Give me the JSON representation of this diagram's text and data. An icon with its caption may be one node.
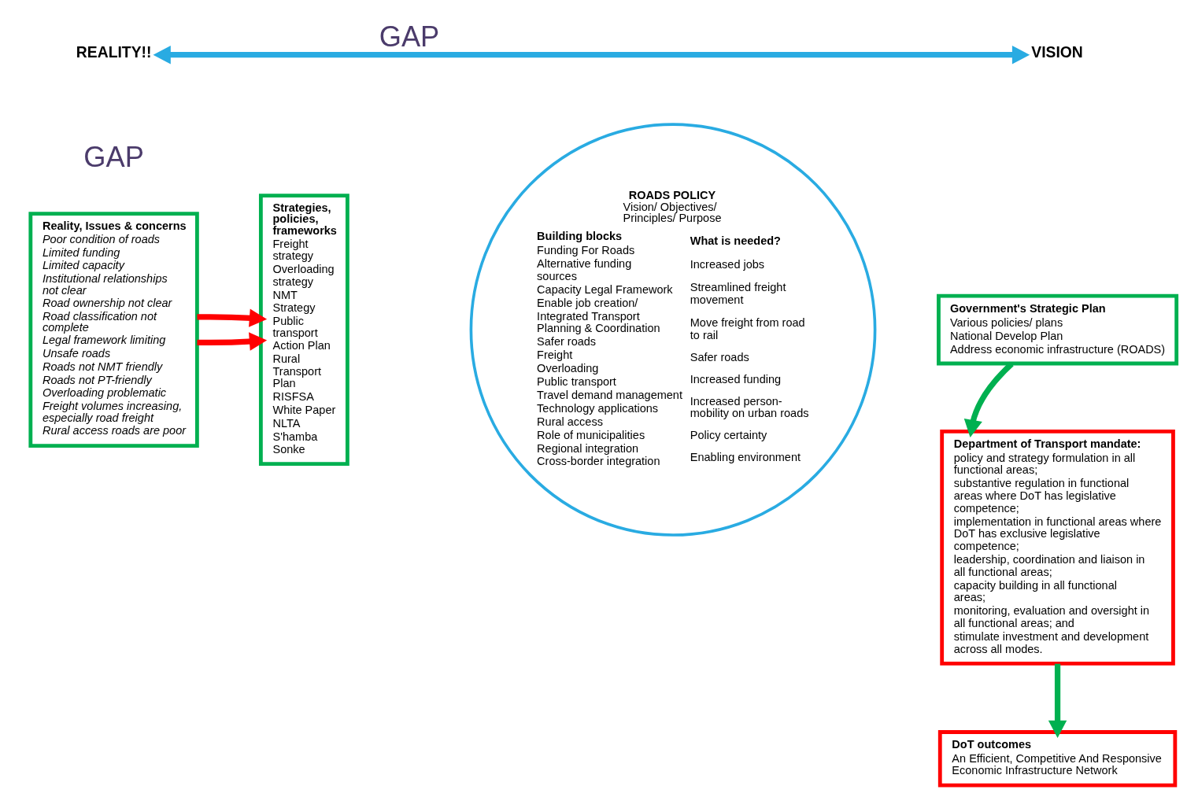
{
  "diagram": {
    "nodes": [
      {
        "text": [
          "REALITY!!"
        ]
      },
      {
        "text": [
          "VISION"
        ]
      },
      {
        "text": [
          "Reality, Issues & concerns",
          "Poor condition of roads",
          "Limited funding",
          "Limited capacity",
          "Institutional relationships not clear",
          "Road ownership not clear",
          "Road classification not complete",
          "Legal framework limiting",
          "Unsafe roads",
          "Roads not NMT friendly",
          "Roads not PT-friendly",
          "Overloading problematic",
          "Freight volumes increasing, especially road freight",
          "Rural access roads are poor"
        ]
      },
      {
        "text": [
          "Strategies, policies, frameworks",
          "Freight strategy",
          "Overloading strategy",
          "NMT Strategy",
          "Public transport Action Plan",
          "Rural Transport Plan",
          "RISFSA",
          "White Paper",
          "NLTA",
          "S'hamba Sonke"
        ]
      },
      {
        "text": [
          "ROADS POLICY",
          "Vision/ Objectives/ Principles/ Purpose",
          "Building blocks",
          "Funding For Roads",
          "Alternative funding sources",
          "Capacity Legal Framework",
          "Enable job creation/",
          "Integrated Transport Planning & Coordination",
          "Safer roads",
          "Freight",
          "Overloading",
          "Public transport",
          "Travel demand management",
          "Technology applications",
          "Rural access",
          "Role of municipalities",
          "Regional integration",
          "Cross-border integration",
          "What is needed?",
          "Increased jobs",
          "Streamlined freight movement",
          "Move freight from road to rail",
          "Safer roads",
          "Increased funding",
          "Increased person-mobility on urban roads",
          "Policy certainty",
          "Enabling environment"
        ]
      },
      {
        "text": [
          "Government's Strategic Plan",
          "Various policies/ plans",
          "National Develop Plan",
          "Address economic infrastructure (ROADS)"
        ]
      },
      {
        "text": [
          "Department of Transport mandate:",
          "policy and strategy formulation in all functional areas;",
          "substantive regulation in functional areas where DoT has legislative competence;",
          "implementation in functional areas where DoT has exclusive legislative competence;",
          "leadership, coordination and liaison in all functional areas;",
          "capacity building in all functional areas;",
          "monitoring, evaluation and oversight in all functional areas; and",
          "stimulate investment and development across all modes."
        ]
      },
      {
        "text": [
          "DoT outcomes",
          "An Efficient, Competitive And Responsive Economic Infrastructure Network"
        ]
      }
    ],
    "edges": [
      {
        "from": 0,
        "to": 1,
        "arrow": "both",
        "label": "GAP",
        "color": "#29abe2"
      },
      {
        "from": 2,
        "to": 3,
        "arrow": "to",
        "color": "#ff0000"
      },
      {
        "from": 2,
        "to": 3,
        "arrow": "to",
        "color": "#ff0000"
      },
      {
        "from": 5,
        "to": 6,
        "arrow": "to",
        "color": "#00b050"
      },
      {
        "from": 6,
        "to": 7,
        "arrow": "to",
        "color": "#00b050"
      }
    ],
    "labels": [
      "GAP"
    ]
  }
}
